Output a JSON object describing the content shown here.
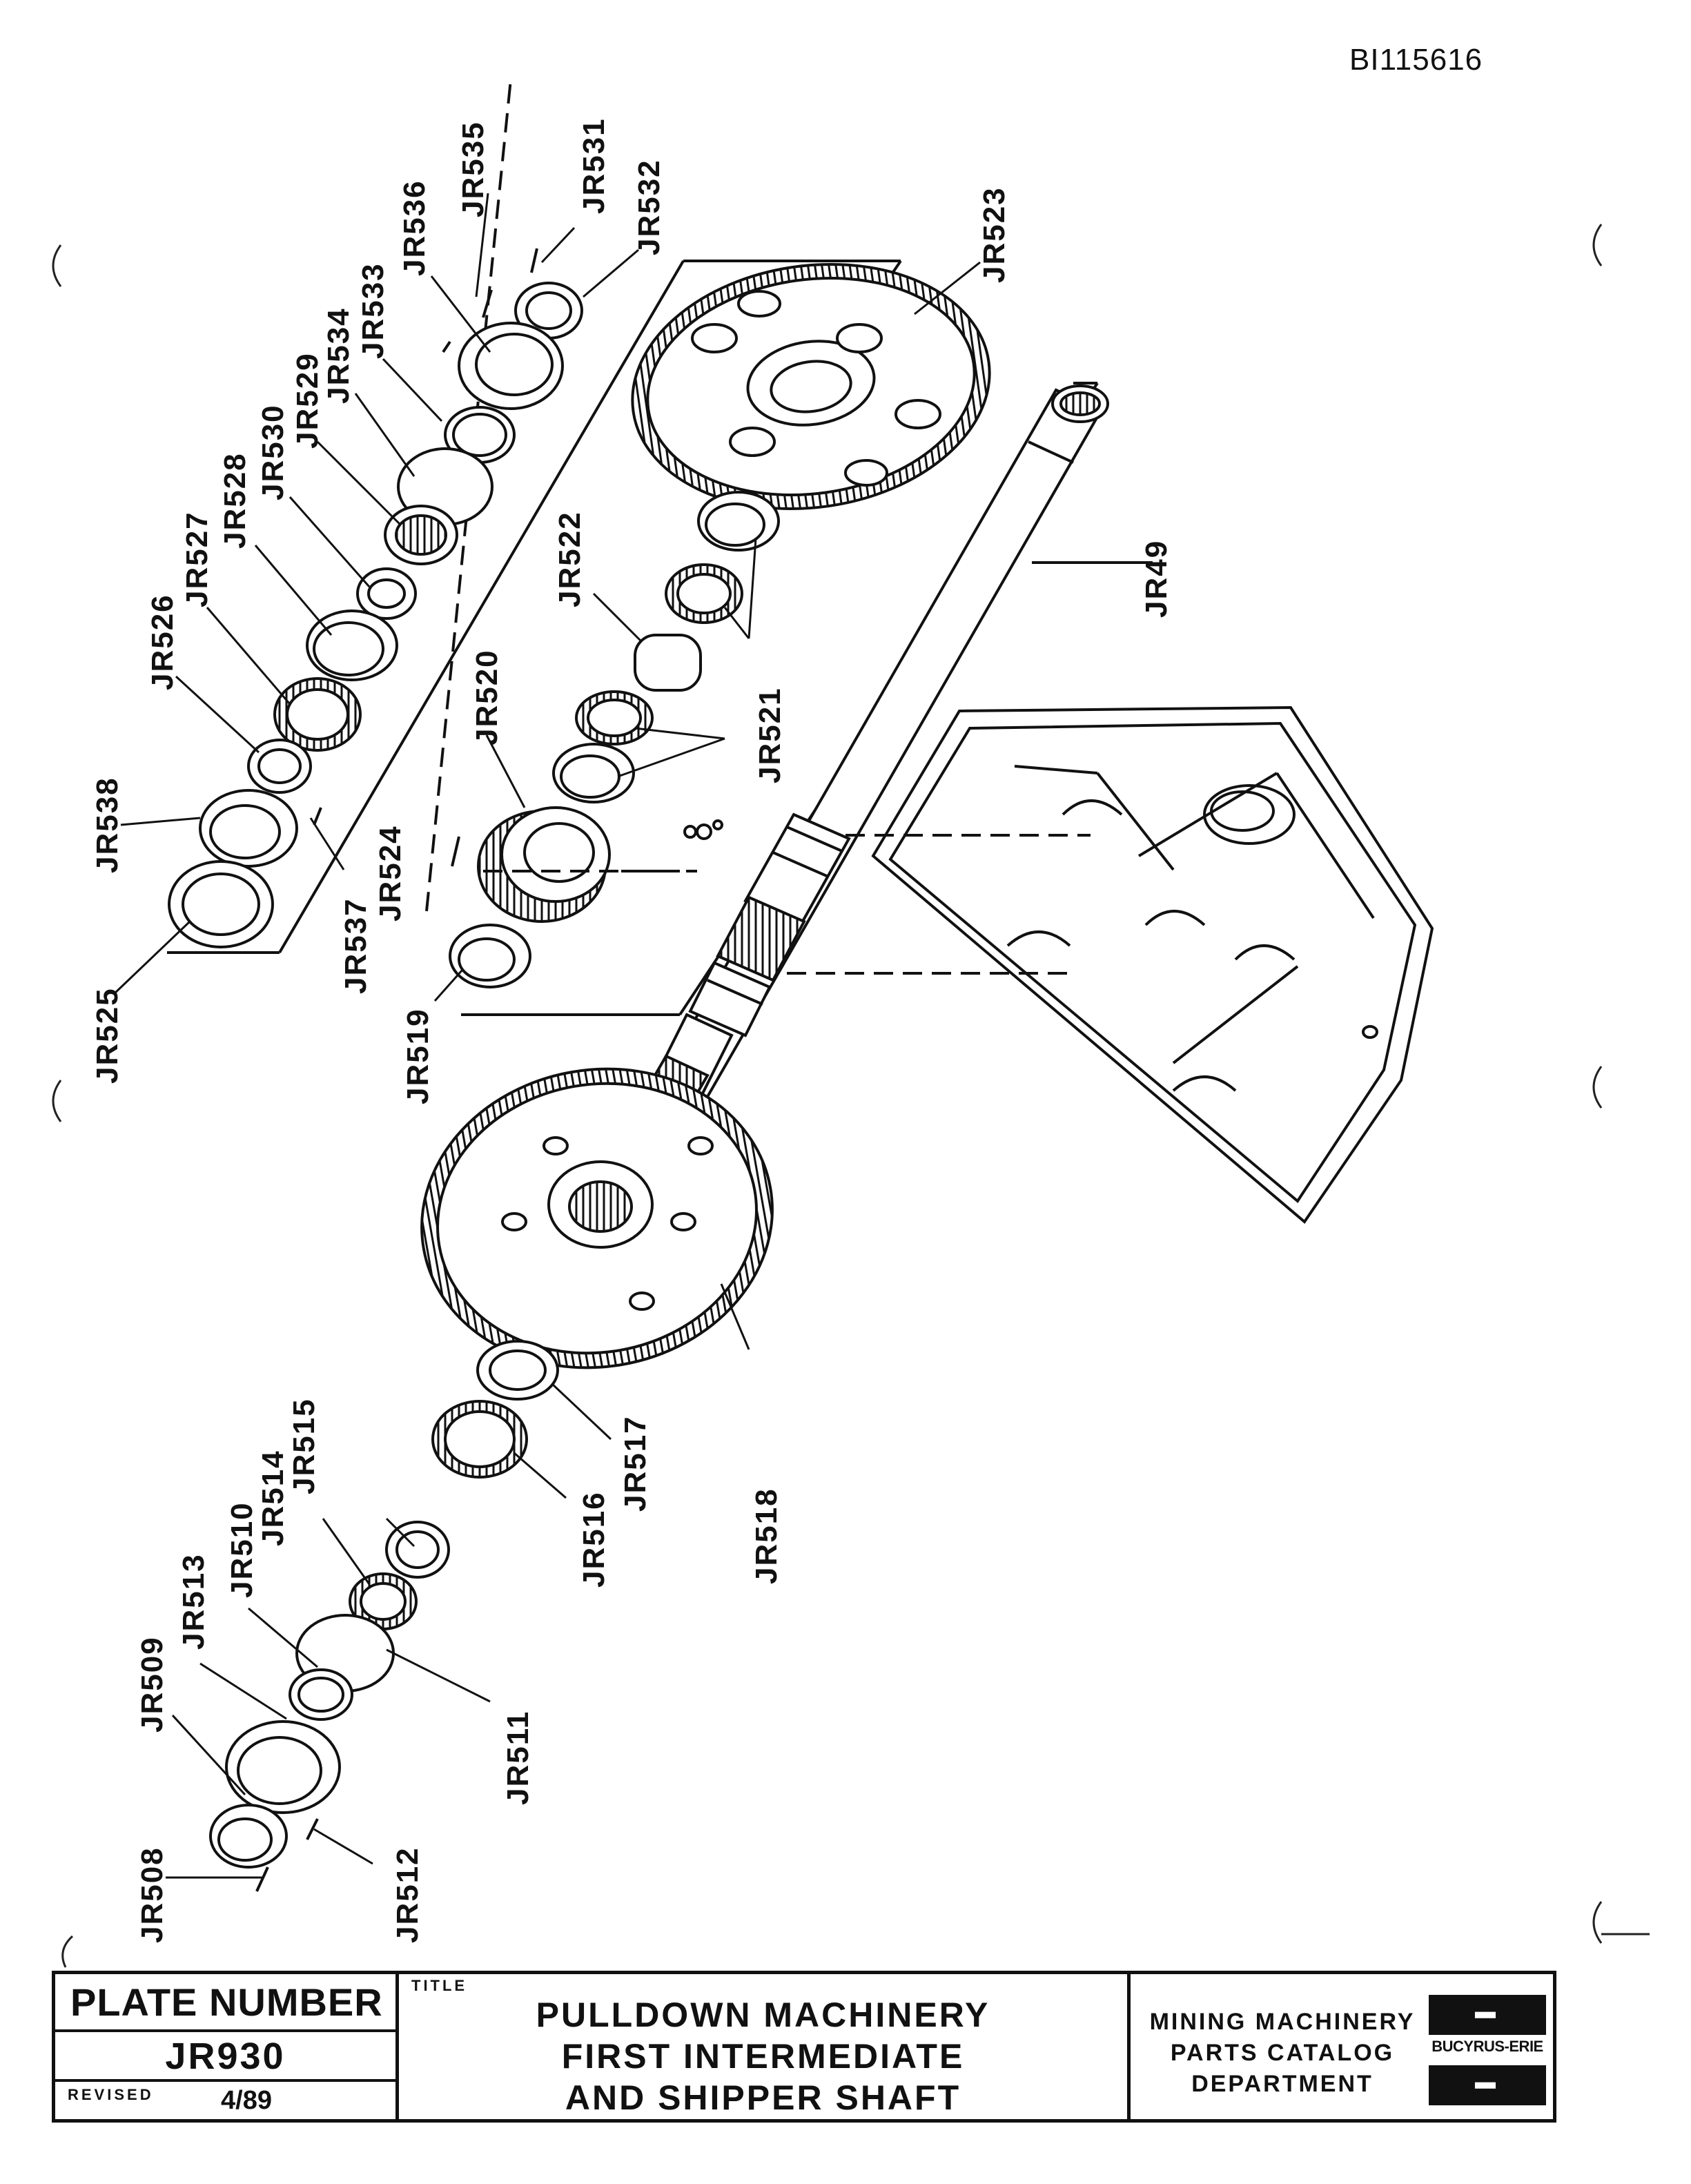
{
  "document_id": "BI115616",
  "callouts": [
    "JR535",
    "JR531",
    "JR532",
    "JR536",
    "JR533",
    "JR534",
    "JR529",
    "JR530",
    "JR528",
    "JR527",
    "JR526",
    "JR538",
    "JR525",
    "JR537",
    "JR524",
    "JR523",
    "JR522",
    "JR520",
    "JR521",
    "JR519",
    "JR49",
    "JR518",
    "JR517",
    "JR516",
    "JR515",
    "JR514",
    "JR510",
    "JR513",
    "JR509",
    "JR511",
    "JR508",
    "JR512"
  ],
  "title_block": {
    "plate_number_label": "PLATE NUMBER",
    "plate_number": "JR930",
    "revised_label": "REVISED",
    "revised_date": "4/89",
    "title_label": "TITLE",
    "title_lines": [
      "PULLDOWN MACHINERY",
      "FIRST INTERMEDIATE",
      "AND SHIPPER SHAFT"
    ],
    "department_lines": [
      "MINING MACHINERY",
      "PARTS CATALOG",
      "DEPARTMENT"
    ],
    "logo_name": "BUCYRUS-ERIE"
  },
  "icons": [
    "bucyrus-erie-logo"
  ]
}
